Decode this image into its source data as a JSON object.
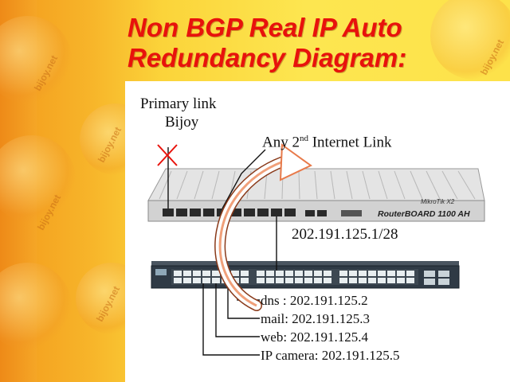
{
  "title": {
    "line1": "Non BGP Real IP Auto",
    "line2": "Redundancy Diagram:"
  },
  "watermark": "bijoy.net",
  "colors": {
    "title": "#e8120c",
    "arrow": "#e87a4a",
    "cross": "#e8120c"
  },
  "diagram": {
    "primary_link": {
      "line1": "Primary link",
      "line2": "Bijoy"
    },
    "second_link": {
      "prefix": "Any 2",
      "sup": "nd",
      "suffix": " Internet Link"
    },
    "router": {
      "brand": "MikroTik X2",
      "model": "RouterBOARD 1100 AH",
      "ip": "202.191.125.1/28"
    },
    "hosts": [
      {
        "label": "dns : 202.191.125.2"
      },
      {
        "label": "mail: 202.191.125.3"
      },
      {
        "label": "web: 202.191.125.4"
      },
      {
        "label": "IP camera: 202.191.125.5"
      }
    ]
  }
}
